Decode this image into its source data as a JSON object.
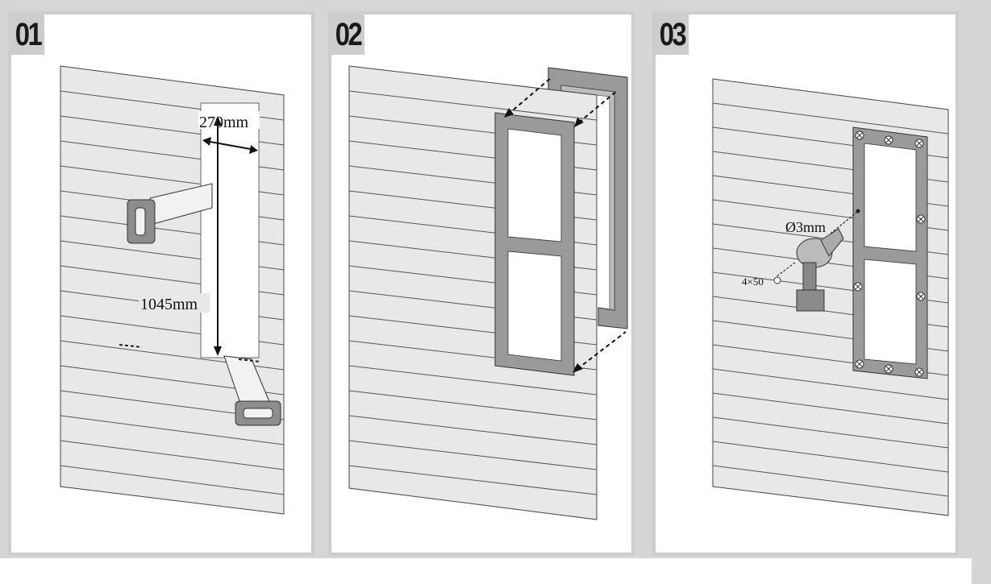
{
  "steps": [
    {
      "number": "01",
      "labels": {
        "width": "270mm",
        "height": "1045mm"
      }
    },
    {
      "number": "02"
    },
    {
      "number": "03",
      "labels": {
        "drill": "Ø3mm",
        "screw": "4×50"
      }
    }
  ],
  "colors": {
    "background": "#d6d6d6",
    "panel_border": "#cdcdcd",
    "wall": "#e6e6e6",
    "plank_line": "#555555",
    "frame": "#9a9a9a",
    "badge": "#cdcdcd"
  },
  "icons": [
    "saw-icon",
    "drill-icon",
    "screw-icon"
  ]
}
